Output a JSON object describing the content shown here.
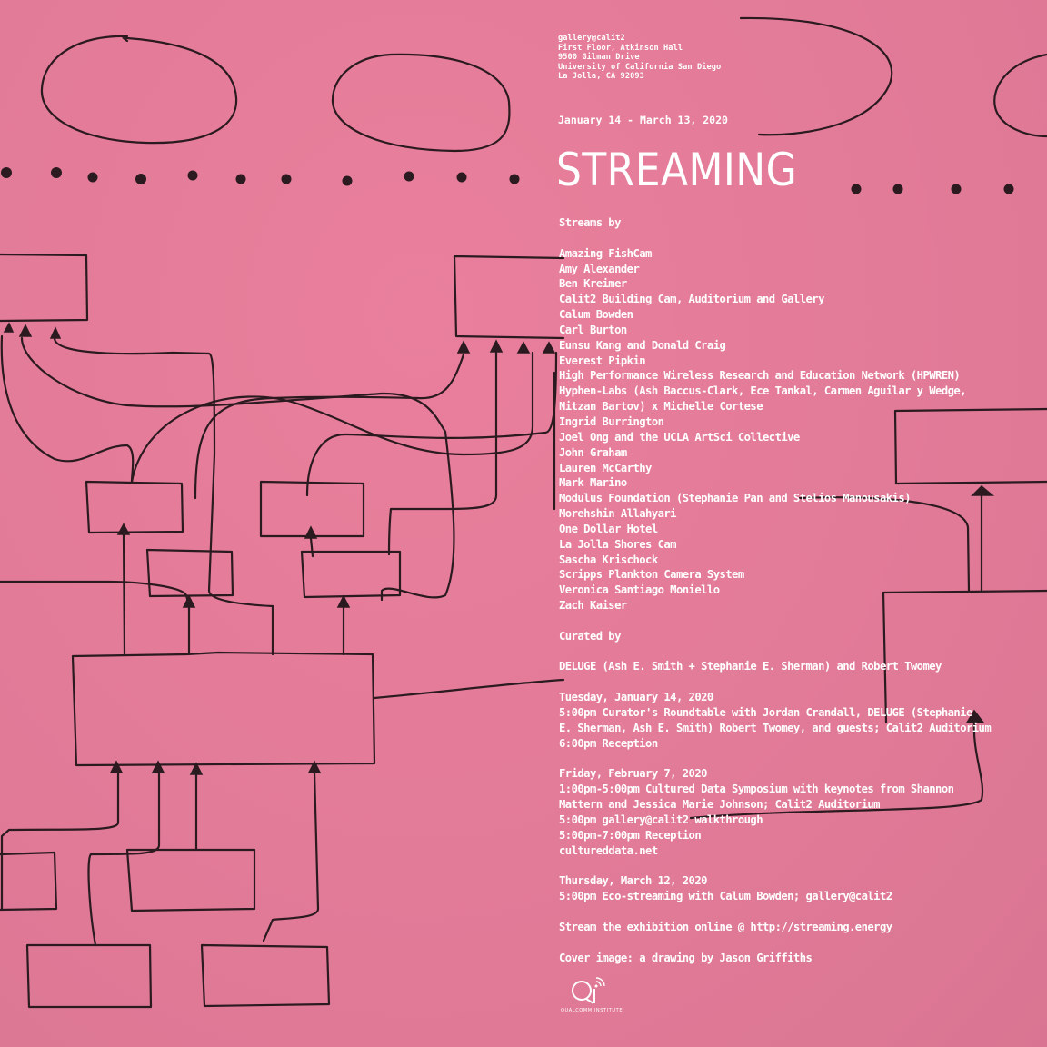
{
  "venue": {
    "lines": [
      "gallery@calit2",
      "First Floor, Atkinson Hall",
      "9500 Gilman Drive",
      "University of California San Diego",
      "La Jolla, CA 92093"
    ]
  },
  "exhibition": {
    "dates": "January 14 - March 13, 2020",
    "title": "STREAMING"
  },
  "streams": {
    "heading": "Streams by",
    "artists": [
      "Amazing FishCam",
      "Amy Alexander",
      "Ben Kreimer",
      "Calit2 Building Cam, Auditorium and Gallery",
      "Calum Bowden",
      "Carl Burton",
      "Eunsu Kang and Donald Craig",
      "Everest Pipkin",
      "High Performance Wireless Research and Education Network (HPWREN)",
      "Hyphen-Labs (Ash Baccus-Clark, Ece Tankal, Carmen Aguilar y Wedge,",
      "Nitzan Bartov)  x Michelle Cortese",
      "Ingrid Burrington",
      "Joel Ong and the UCLA ArtSci Collective",
      "John Graham",
      "Lauren McCarthy",
      "Mark Marino",
      "Modulus Foundation (Stephanie Pan and Stelios Manousakis)",
      "Morehshin Allahyari",
      "One Dollar Hotel",
      "La Jolla Shores Cam",
      "Sascha Krischock",
      "Scripps Plankton Camera System",
      "Veronica Santiago Moniello",
      "Zach Kaiser"
    ]
  },
  "curators": {
    "heading": "Curated by",
    "names": "DELUGE (Ash E. Smith + Stephanie E. Sherman) and Robert Twomey"
  },
  "events": [
    {
      "date": "Tuesday, January 14, 2020",
      "lines": [
        "5:00pm Curator's Roundtable with Jordan Crandall, DELUGE (Stephanie",
        "E. Sherman, Ash E. Smith) Robert Twomey, and guests; Calit2 Auditorium",
        "6:00pm Reception"
      ]
    },
    {
      "date": "Friday, February 7, 2020",
      "lines": [
        "1:00pm-5:00pm Cultured Data Symposium with keynotes from Shannon",
        "Mattern and Jessica Marie Johnson; Calit2 Auditorium",
        "5:00pm gallery@calit2 walkthrough",
        "5:00pm-7:00pm Reception",
        "cultureddata.net"
      ]
    },
    {
      "date": "Thursday, March 12, 2020",
      "lines": [
        "5:00pm Eco-streaming with Calum Bowden; gallery@calit2"
      ]
    }
  ],
  "online": "Stream the exhibition online @ http://streaming.energy",
  "credit": "Cover image: a drawing by Jason Griffiths",
  "logo": {
    "mark": "Qi",
    "name": "QUALCOMM INSTITUTE",
    "icon": "wireless-signal-icon"
  },
  "colors": {
    "background": "#e27b98",
    "ink": "#2b1a20",
    "text": "#ffffff"
  }
}
